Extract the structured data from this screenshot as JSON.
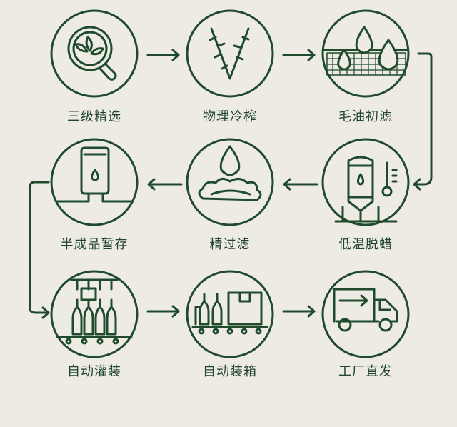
{
  "steps": [
    {
      "label": "三级精选",
      "icon": "magnifier-seeds-icon"
    },
    {
      "label": "物理冷榨",
      "icon": "press-icon"
    },
    {
      "label": "毛油初滤",
      "icon": "filter-drops-icon"
    },
    {
      "label": "低温脱蜡",
      "icon": "tank-thermometer-icon"
    },
    {
      "label": "精过滤",
      "icon": "drop-foam-icon"
    },
    {
      "label": "半成品暂存",
      "icon": "storage-tank-icon"
    },
    {
      "label": "自动灌装",
      "icon": "bottling-line-icon"
    },
    {
      "label": "自动装箱",
      "icon": "boxing-conveyor-icon"
    },
    {
      "label": "工厂直发",
      "icon": "delivery-truck-icon"
    }
  ],
  "colors": {
    "primary": "#1f4b2c",
    "background": "#eeebe5"
  }
}
